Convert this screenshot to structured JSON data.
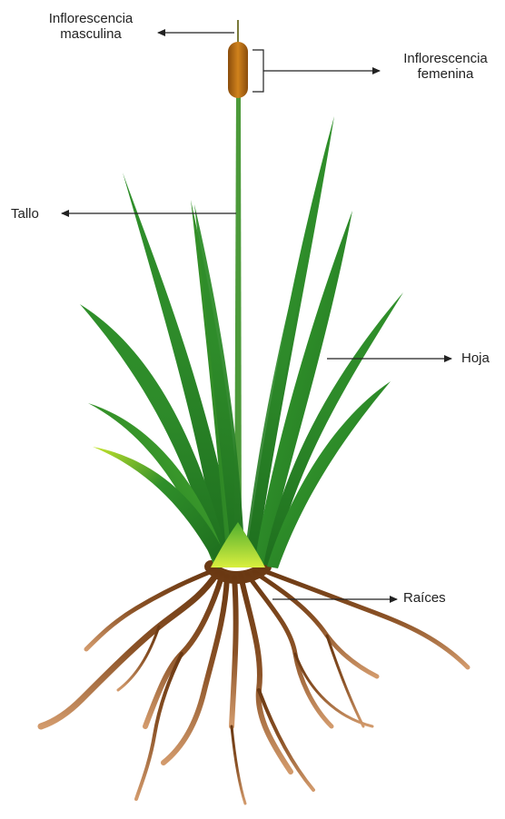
{
  "labels": {
    "male_inflorescence": [
      "Inflorescencia",
      "masculina"
    ],
    "female_inflorescence": [
      "Inflorescencia",
      "femenina"
    ],
    "stem": "Tallo",
    "leaf": "Hoja",
    "roots": "Raíces"
  },
  "colors": {
    "leaf_dark": "#1f7a1f",
    "leaf_mid": "#3a9a2a",
    "leaf_light": "#c9e82a",
    "stem": "#4c9a3a",
    "spike": "#b86a12",
    "root_dark": "#6b3a14",
    "root_light": "#c98a5a",
    "arrow": "#222222"
  }
}
